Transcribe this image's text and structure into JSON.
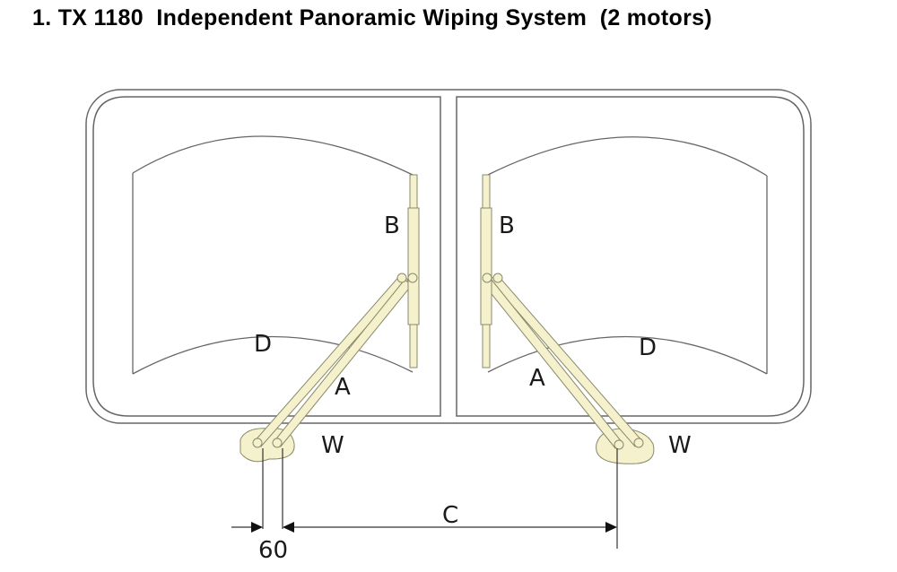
{
  "title": "1. TX 1180  Independent Panoramic Wiping System  (2 motors)",
  "colors": {
    "outline": "#555555",
    "arm_fill": "#f4f1cc",
    "arm_stroke": "#8a8a6a",
    "dimension": "#333333"
  },
  "labels": {
    "left": {
      "arm": "A",
      "blade": "B",
      "wiped_area": "D",
      "motor": "W"
    },
    "right": {
      "arm": "A",
      "blade": "B",
      "wiped_area": "D",
      "motor": "W"
    },
    "center_distance": "C",
    "pivot_offset": "60"
  }
}
